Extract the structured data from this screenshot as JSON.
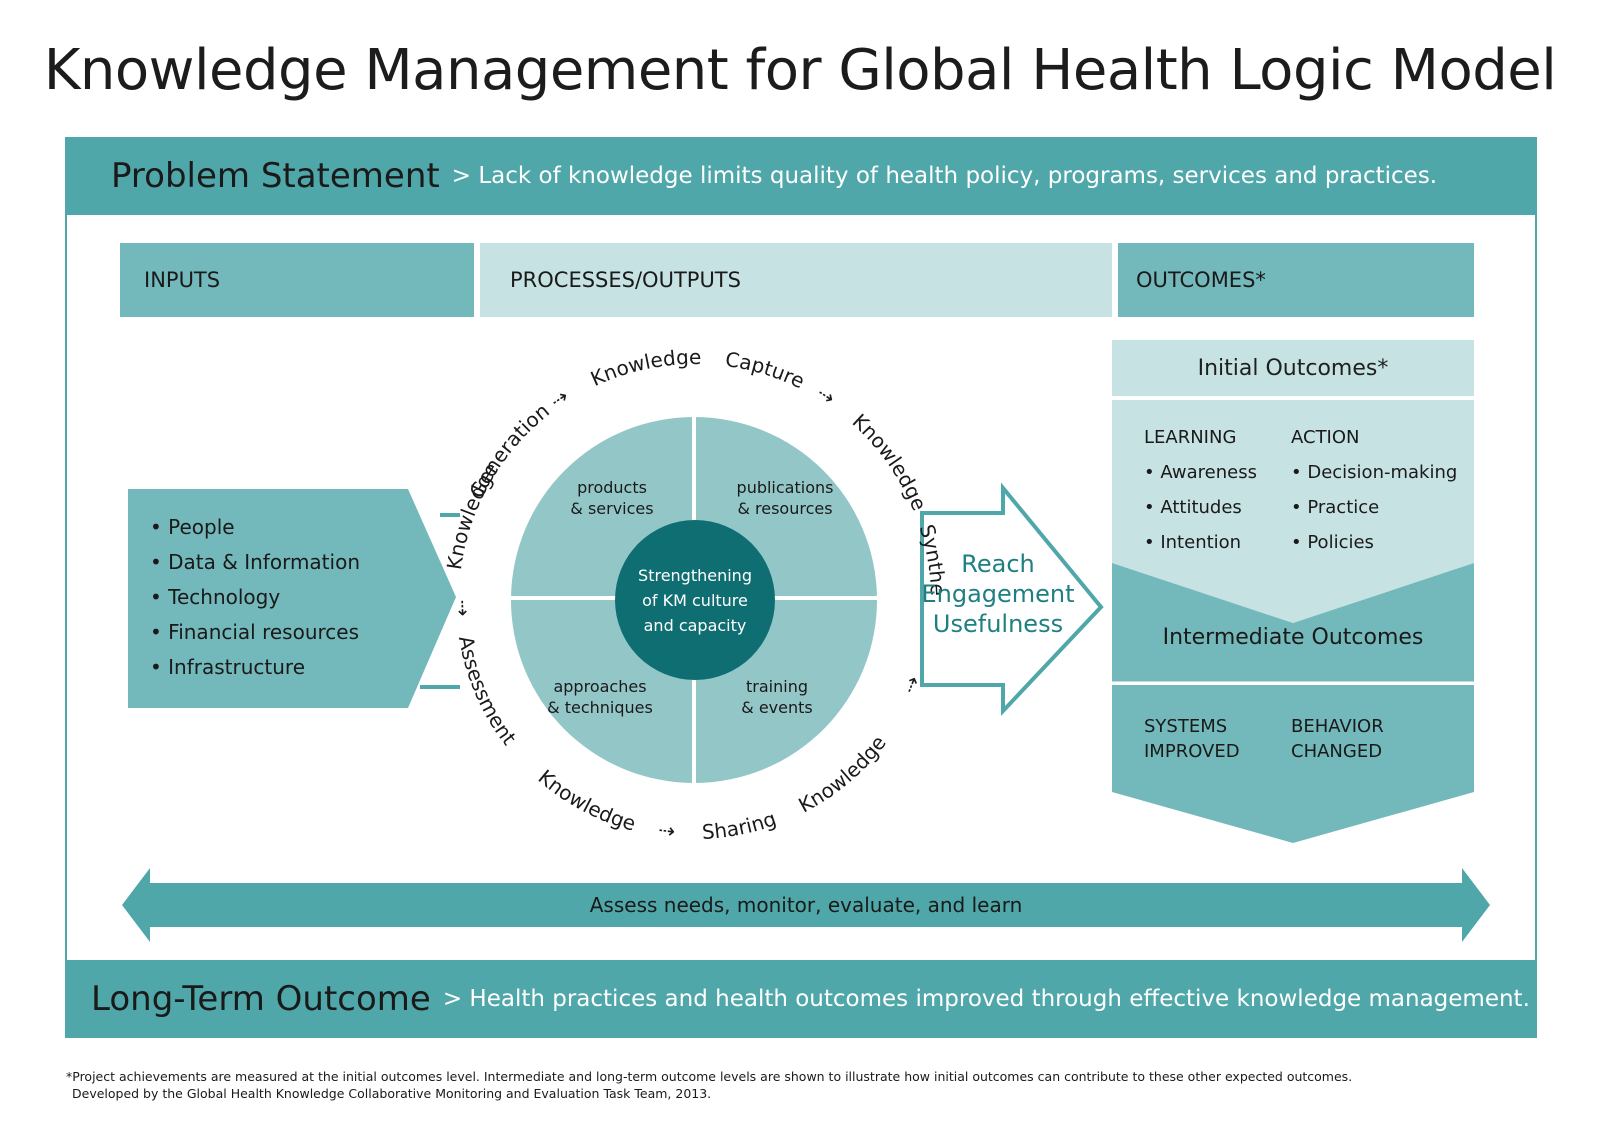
{
  "title": "Knowledge Management for Global Health Logic Model",
  "problem": {
    "label": "Problem Statement",
    "text": "> Lack of knowledge limits quality of health policy, programs, services and practices."
  },
  "columns": {
    "inputs": "INPUTS",
    "processes": "PROCESSES/OUTPUTS",
    "outcomes": "OUTCOMES*"
  },
  "inputs": [
    "• People",
    "• Data & Information",
    "• Technology",
    "• Financial resources",
    "• Infrastructure"
  ],
  "cycle": {
    "labels": [
      "Knowledge",
      "Generation",
      "Knowledge",
      "Capture",
      "Knowledge",
      "Synthesis",
      "Knowledge",
      "Sharing",
      "Knowledge",
      "Assessment"
    ],
    "arrow_glyph": "⇢"
  },
  "quadrants": {
    "top_left": [
      "products",
      "& services"
    ],
    "top_right": [
      "publications",
      "& resources"
    ],
    "bottom_left": [
      "approaches",
      "& techniques"
    ],
    "bottom_right": [
      "training",
      "& events"
    ]
  },
  "center": [
    "Strengthening",
    "of KM culture",
    "and capacity"
  ],
  "reach": [
    "Reach",
    "Engagement",
    "Usefulness"
  ],
  "outcomes": {
    "initial_title": "Initial Outcomes*",
    "learning": {
      "heading": "LEARNING",
      "items": [
        "• Awareness",
        "• Attitudes",
        "• Intention"
      ]
    },
    "action": {
      "heading": "ACTION",
      "items": [
        "• Decision-making",
        "• Practice",
        "• Policies"
      ]
    },
    "intermediate_title": "Intermediate Outcomes",
    "systems": "SYSTEMS\nIMPROVED",
    "behavior": "BEHAVIOR\nCHANGED"
  },
  "assess": "Assess needs, monitor, evaluate, and learn",
  "long_term": {
    "label": "Long-Term Outcome",
    "text": "> Health practices and health outcomes improved through effective knowledge management."
  },
  "footnote": [
    "*Project achievements are measured at the initial outcomes level. Intermediate and long-term outcome levels are shown to illustrate how initial outcomes can contribute to these other expected outcomes.",
    "Developed by the Global Health Knowledge Collaborative Monitoring and Evaluation Task Team, 2013."
  ],
  "colors": {
    "teal": "#4fa7a9",
    "mid_teal": "#73b8bb",
    "light_teal": "#c7e2e3",
    "quadrant": "#93c6c7",
    "center": "#0f6e72",
    "reach_text": "#1f7f82"
  }
}
